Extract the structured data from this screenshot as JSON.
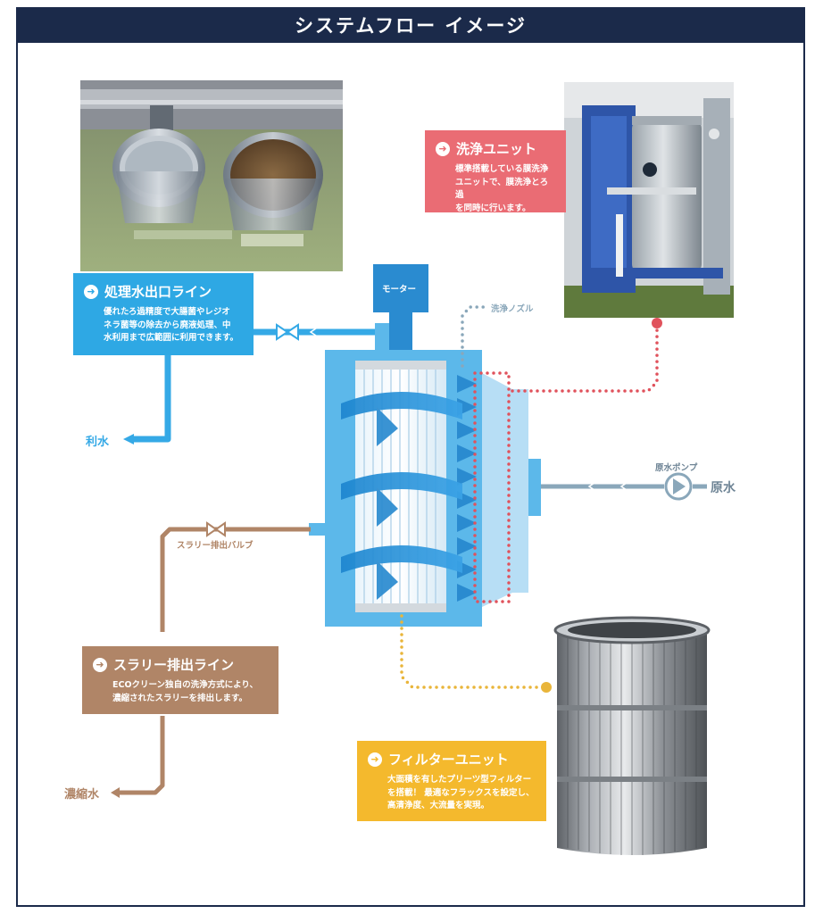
{
  "title": "システムフロー イメージ",
  "colors": {
    "navy": "#1b2a4a",
    "treated_line": "#35a9e6",
    "wash_line": "#e0525c",
    "slurry_line": "#b08567",
    "filter_line": "#e9b53a",
    "raw_line": "#8aa7ba",
    "tank": "#5cb8ea"
  },
  "motor_label": "モーター",
  "nozzle_label": "洗浄ノズル",
  "outputs": {
    "clean_water": "利水",
    "raw_water": "原水",
    "raw_pump": "原水ポンプ",
    "concentrate": "濃縮水",
    "slurry_valve": "スラリー排出バルブ"
  },
  "callouts": {
    "treated": {
      "title": "処理水出口ライン",
      "lines": [
        "優れたろ過精度で大腸菌やレジオ",
        "ネラ菌等の除去から廃液処理、中",
        "水利用まで広範囲に利用できます。"
      ]
    },
    "wash": {
      "title": "洗浄ユニット",
      "lines": [
        "標準搭載している膜洗浄",
        "ユニットで、膜洗浄とろ過",
        "を同時に行います。"
      ]
    },
    "slurry": {
      "title": "スラリー排出ライン",
      "lines": [
        "ECOクリーン独自の洗浄方式により、",
        "濃縮されたスラリーを排出します。"
      ]
    },
    "filter": {
      "title": "フィルターユニット",
      "lines": [
        "大面積を有したプリーツ型フィルター",
        "を搭載！ 最適なフラックスを設定し、",
        "高清浄度、大流量を実現。"
      ]
    }
  }
}
